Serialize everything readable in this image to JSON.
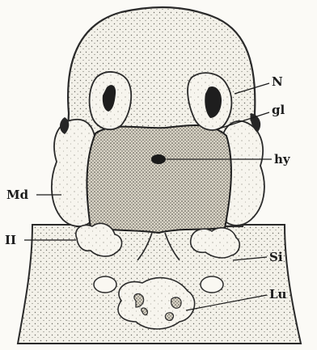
{
  "figure": {
    "labels": {
      "n": "N",
      "gl": "gl",
      "hy": "hy",
      "md": "Md",
      "ii": "II",
      "si": "Si",
      "lu": "Lu"
    },
    "colors": {
      "paper": "#fbfaf6",
      "tissue": "#f1efe6",
      "cavity": "#cfcabb",
      "dark": "#1e1e1e",
      "ink": "#1b1b1b"
    }
  }
}
